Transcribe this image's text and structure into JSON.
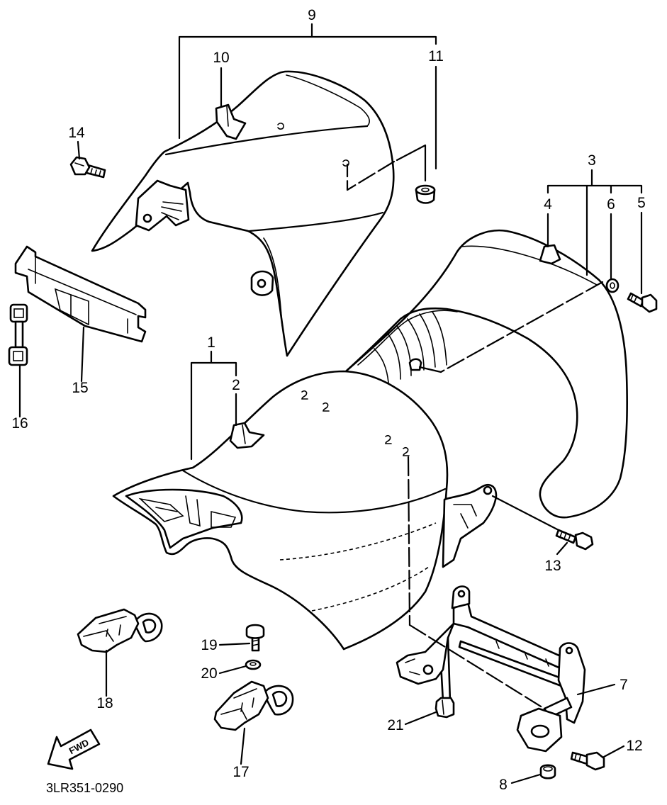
{
  "diagram": {
    "callouts": {
      "n1": "1",
      "n2": "2",
      "n3": "3",
      "n4": "4",
      "n5": "5",
      "n6": "6",
      "n7": "7",
      "n8": "8",
      "n9": "9",
      "n10": "10",
      "n11": "11",
      "n12": "12",
      "n13": "13",
      "n14": "14",
      "n15": "15",
      "n16": "16",
      "n17": "17",
      "n18": "18",
      "n19": "19",
      "n20": "20",
      "n21": "21"
    },
    "fwd_label": "FWD",
    "figure_code": "3LR351-0290"
  }
}
